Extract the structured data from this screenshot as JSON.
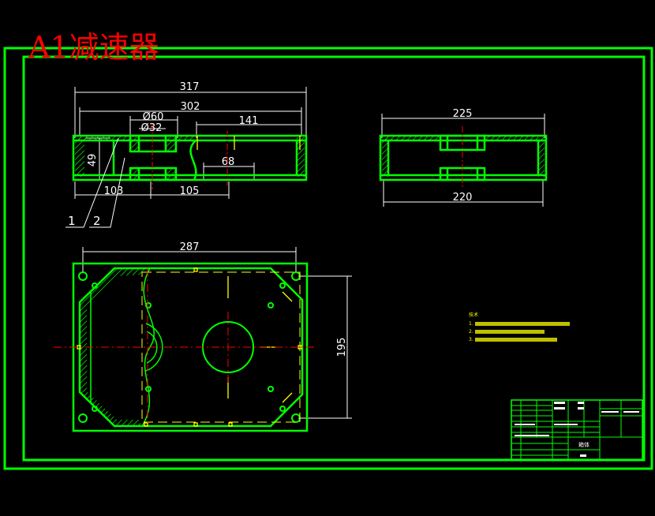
{
  "title": "A1减速器",
  "colors": {
    "background": "#000000",
    "outline": "#00ff00",
    "dimension": "#ffffff",
    "centerline": "#ff0000",
    "hidden": "#ffff00",
    "title": "#ff0000",
    "notes": "#ffff00"
  },
  "top_view": {
    "dims": {
      "overall_length": "317",
      "inner_length": "302",
      "bore_large": "Ø60",
      "bore_small": "Ø32",
      "offset_right": "141",
      "height": "49",
      "slot_width": "68",
      "left_part": "103",
      "right_part": "105"
    },
    "leaders": [
      "1",
      "2"
    ]
  },
  "side_view": {
    "dims": {
      "top_width": "225",
      "bottom_width": "220"
    }
  },
  "plan_view": {
    "dims": {
      "length": "287",
      "width": "195"
    }
  },
  "notes": {
    "heading": "技术",
    "items": [
      "1. ",
      "2. ",
      "3. "
    ]
  },
  "title_block": {
    "drawing_name": "箱体",
    "cells": [
      "",
      "",
      "",
      ""
    ]
  }
}
